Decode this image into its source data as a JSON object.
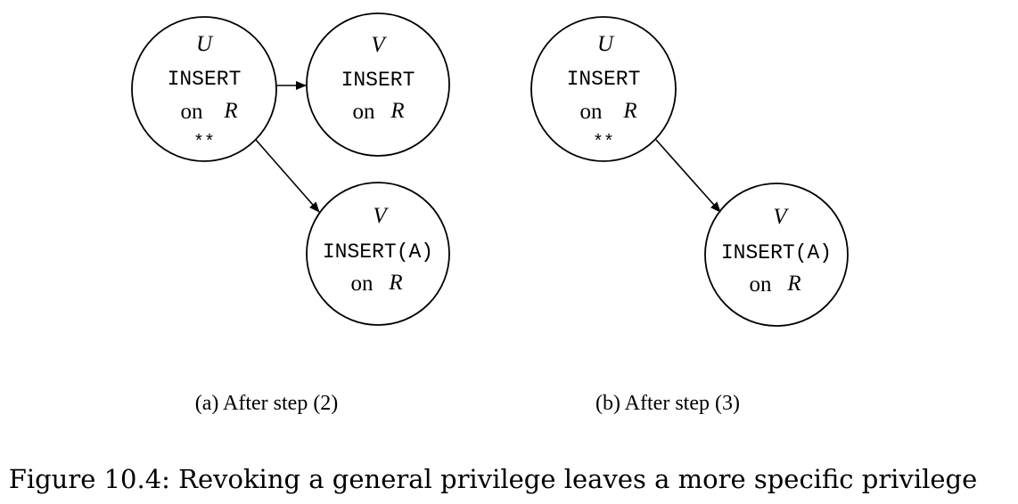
{
  "panels": [
    {
      "nodes": [
        {
          "user": "U",
          "privilege": "INSERT",
          "on": "on",
          "relation": "R",
          "grant_mark": "**"
        },
        {
          "user": "V",
          "privilege": "INSERT",
          "on": "on",
          "relation": "R",
          "grant_mark": ""
        },
        {
          "user": "V",
          "privilege": "INSERT(A)",
          "on": "on",
          "relation": "R",
          "grant_mark": ""
        }
      ],
      "subcaption": "(a) After step (2)"
    },
    {
      "nodes": [
        {
          "user": "U",
          "privilege": "INSERT",
          "on": "on",
          "relation": "R",
          "grant_mark": "**"
        },
        {
          "user": "V",
          "privilege": "INSERT(A)",
          "on": "on",
          "relation": "R",
          "grant_mark": ""
        }
      ],
      "subcaption": "(b) After step (3)"
    }
  ],
  "caption": "Figure 10.4: Revoking a general privilege leaves a more specific privilege"
}
